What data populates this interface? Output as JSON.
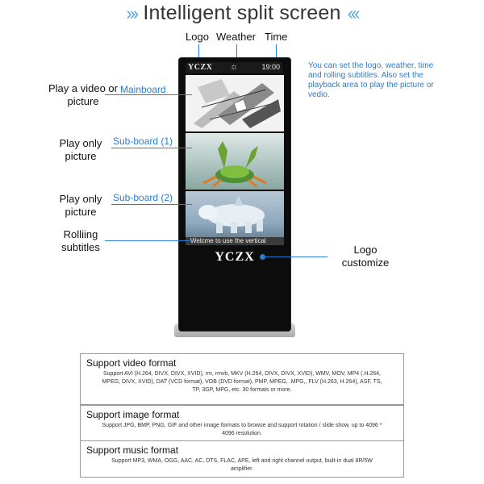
{
  "title": "Intelligent split screen",
  "top_labels": {
    "logo": "Logo",
    "weather": "Weather",
    "time": "Time"
  },
  "screen": {
    "logo": "YCZX",
    "weather_icon": "sun-icon",
    "time": "19:00",
    "scroll_text": "Welcme to use the vertical",
    "brand_logo": "YCZX"
  },
  "left_labels": {
    "play_video": "Play a video or picture",
    "mainboard": "Mainboard",
    "play_picture_1": "Play only picture",
    "subboard_1": "Sub-board (1)",
    "play_picture_2": "Play only picture",
    "subboard_2": "Sub-board (2)",
    "rolling": "Rolliing subtitles"
  },
  "right": {
    "note": "You can set the logo, weather, time and rolling subtitles. Also set the playback area to play the picture or vedio.",
    "logo_customize": "Logo customize"
  },
  "formats": [
    {
      "heading": "Support video format",
      "text": "Support AVI (H.264, DIVX, DIVX, XVID), rm, rmvb, MKV (H.264, DIVX, DIVX, XVID), WMV, MOV, MP4 (.H.264, MPEG, DIVX, XVID), DAT (VCD format), VOB (DVD format), PMP, MPEG, .MPG,, FLV (H.263, H.264), ASF, TS, TP, 3GP, MPG, etc. 30 formats or more."
    },
    {
      "heading": "Support image format",
      "text": "Support JPG, BMP, PNG, GIF and other image formats to browse and support rotation / slide show, up to 4096 * 4096 resolution."
    },
    {
      "heading": "Support music format",
      "text": "Support MP3, WMA, OGG, AAC, AC, DTS, FLAC, APE, left and right channel output, built-in dual 8R/5W amplifier."
    }
  ],
  "colors": {
    "accent": "#2b7cd3",
    "chevron": "#5aa9e6",
    "kiosk": "#0c0c0c"
  }
}
